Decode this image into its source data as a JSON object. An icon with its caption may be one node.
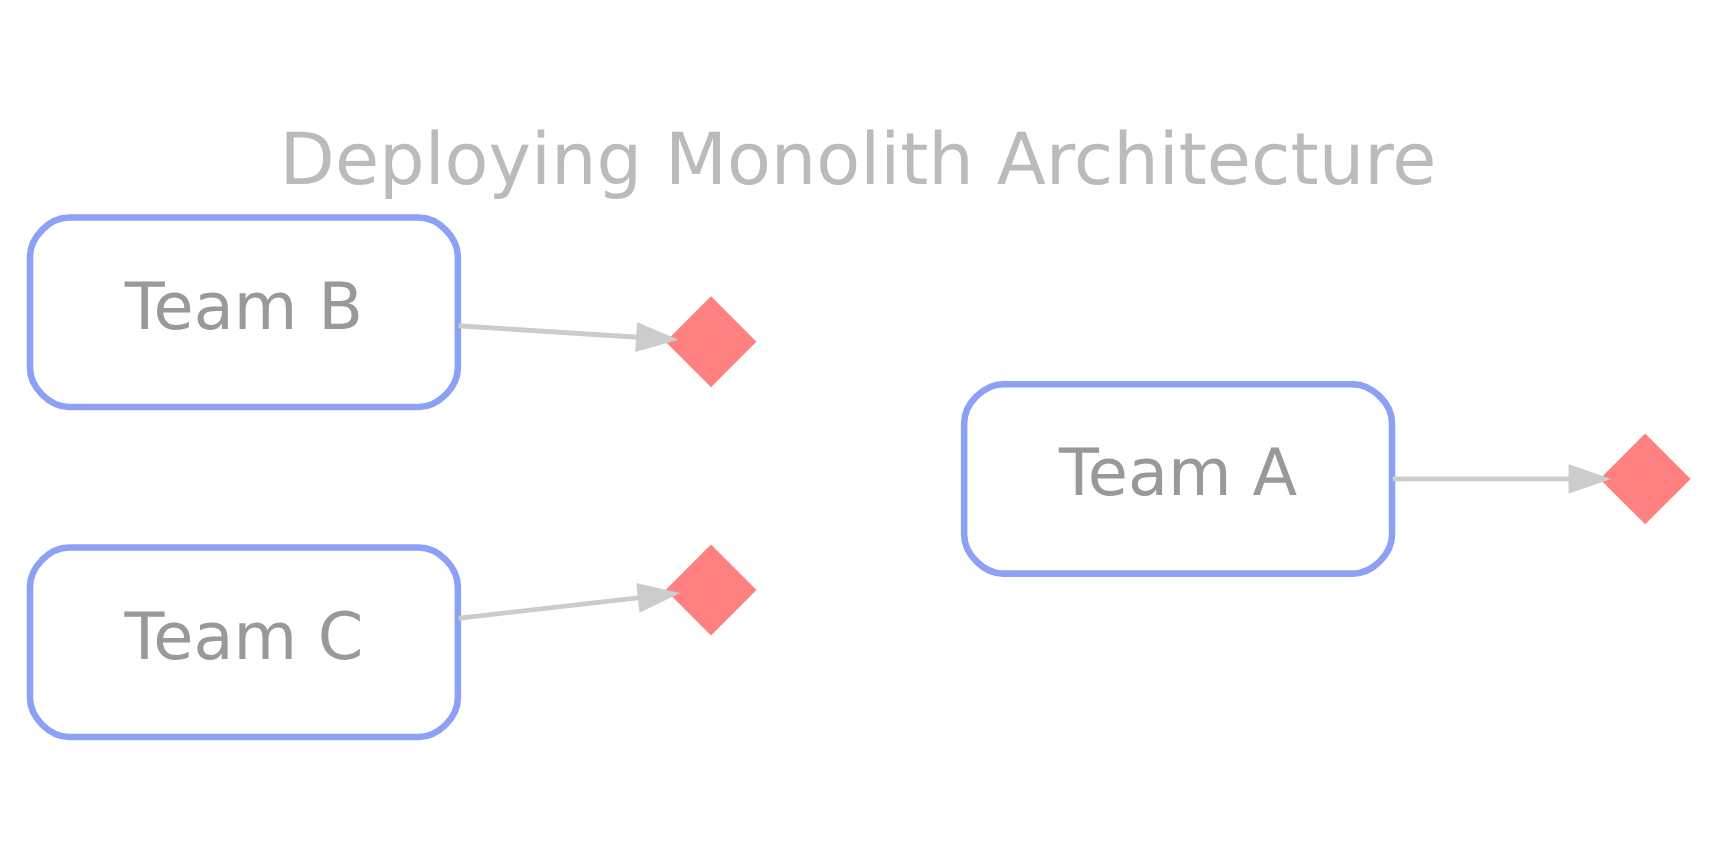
{
  "diagram": {
    "title": "Deploying Monolith Architecture",
    "nodes": [
      {
        "text": [
          "Team B"
        ]
      },
      {
        "text": [],
        "shape": "cross"
      },
      {
        "text": [
          "Team C"
        ]
      },
      {
        "text": [],
        "shape": "cross"
      },
      {
        "text": [
          "Team A"
        ]
      },
      {
        "text": [],
        "shape": "cross"
      }
    ],
    "edges": [
      {
        "from": 0,
        "to": 1,
        "arrow": "to"
      },
      {
        "from": 2,
        "to": 3,
        "arrow": "to"
      },
      {
        "from": 4,
        "to": 5,
        "arrow": "to"
      }
    ]
  }
}
